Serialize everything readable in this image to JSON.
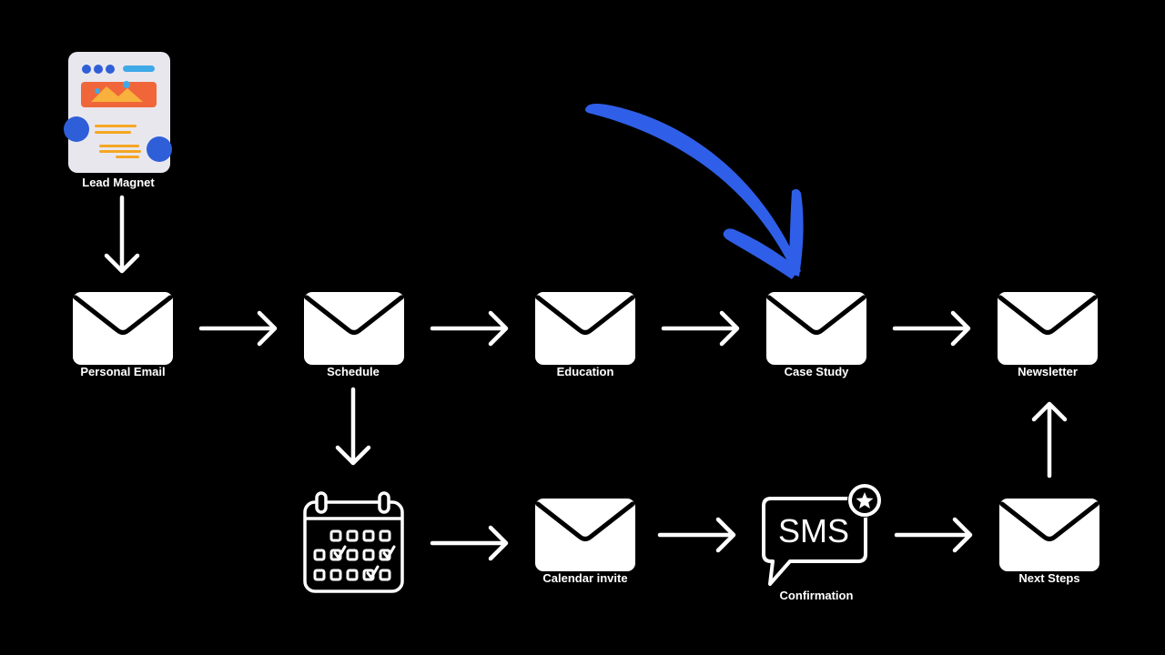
{
  "colors": {
    "background": "#000000",
    "foreground": "#ffffff",
    "accent": "#2f5fe8"
  },
  "nodes": {
    "lead_magnet": {
      "label": "Lead Magnet",
      "icon": "landing-page-icon"
    },
    "personal_email": {
      "label": "Personal Email",
      "icon": "envelope-icon"
    },
    "schedule": {
      "label": "Schedule",
      "icon": "envelope-icon"
    },
    "education": {
      "label": "Education",
      "icon": "envelope-icon"
    },
    "case_study": {
      "label": "Case Study",
      "icon": "envelope-icon"
    },
    "newsletter": {
      "label": "Newsletter",
      "icon": "envelope-icon"
    },
    "calendar": {
      "icon": "calendar-icon"
    },
    "calendar_invite": {
      "label": "Calendar invite",
      "icon": "envelope-icon"
    },
    "confirmation": {
      "label": "Confirmation",
      "icon": "sms-bubble-icon",
      "bubble_text": "SMS"
    },
    "next_steps": {
      "label": "Next Steps",
      "icon": "envelope-icon"
    }
  }
}
